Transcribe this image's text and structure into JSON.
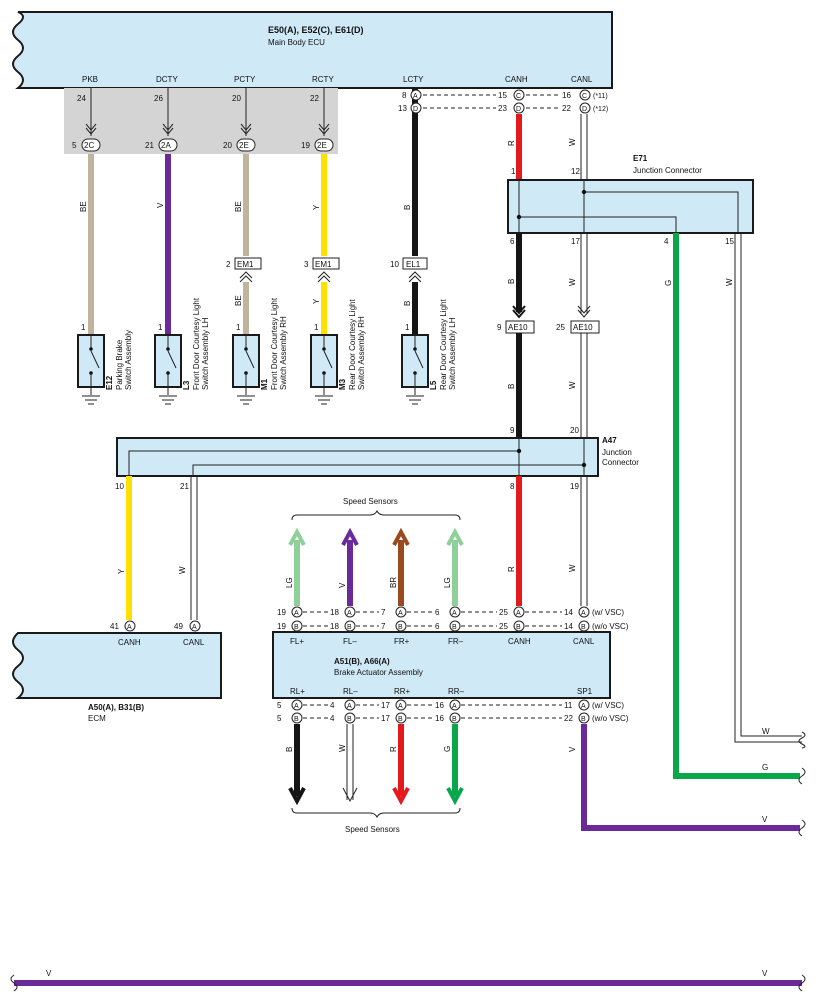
{
  "ecu": {
    "title": "E50(A), E52(C), E61(D)",
    "subtitle": "Main Body ECU",
    "pins": [
      "PKB",
      "DCTY",
      "PCTY",
      "RCTY",
      "LCTY",
      "CANH",
      "CANL"
    ],
    "pin_numbers": [
      "24",
      "26",
      "20",
      "22"
    ],
    "lcty_rows": [
      {
        "pin": "8",
        "conn": "A",
        "pin2": "15",
        "conn2": "C",
        "pin3": "16",
        "conn3": "C",
        "note": "(*11)"
      },
      {
        "pin": "13",
        "conn": "D",
        "pin2": "23",
        "conn2": "D",
        "pin3": "22",
        "conn3": "D",
        "note": "(*12)"
      }
    ]
  },
  "connectors_top": [
    {
      "pin": "5",
      "tag": "2C"
    },
    {
      "pin": "21",
      "tag": "2A"
    },
    {
      "pin": "20",
      "tag": "2E"
    },
    {
      "pin": "19",
      "tag": "2E"
    }
  ],
  "wire_colors": {
    "pkb": "BE",
    "dcty": "V",
    "pcty": "BE",
    "rcty": "Y",
    "lcty": "B",
    "canh_top": "R",
    "canl_top": "W",
    "canh_mid": "B",
    "canl_mid": "W",
    "g_out": "G",
    "w_out": "W",
    "ecm_canh": "Y",
    "ecm_canl": "W",
    "a47_canh": "R",
    "a47_canl": "W",
    "fl_plus": "LG",
    "fl_minus": "V",
    "fr_plus": "BR",
    "fr_minus": "LG",
    "rl_plus": "B",
    "rl_minus": "W",
    "rr_plus": "R",
    "rr_minus": "G",
    "sp1": "V"
  },
  "inline_connectors": [
    {
      "pin": "2",
      "tag": "EM1"
    },
    {
      "pin": "3",
      "tag": "EM1"
    },
    {
      "pin": "10",
      "tag": "EL1"
    },
    {
      "pin": "9",
      "tag": "AE10"
    },
    {
      "pin": "25",
      "tag": "AE10"
    }
  ],
  "switches": [
    {
      "id": "E12",
      "name": "Parking Brake",
      "name2": "Switch Assembly"
    },
    {
      "id": "L3",
      "name": "Front Door Courtesy Light",
      "name2": "Switch Assembly LH"
    },
    {
      "id": "M1",
      "name": "Front Door Courtesy Light",
      "name2": "Switch Assembly RH"
    },
    {
      "id": "M3",
      "name": "Rear Door Courtesy Light",
      "name2": "Switch Assembly RH"
    },
    {
      "id": "L5",
      "name": "Rear Door Courtesy Light",
      "name2": "Switch Assembly LH"
    }
  ],
  "switch_pin": "1",
  "e71": {
    "id": "E71",
    "name": "Junction Connector",
    "pins": {
      "p1": "1",
      "p12": "12",
      "p6": "6",
      "p17": "17",
      "p4": "4",
      "p15": "15"
    }
  },
  "a47": {
    "id": "A47",
    "name": "Junction",
    "name2": "Connector",
    "pins": {
      "p9": "9",
      "p20": "20",
      "p10": "10",
      "p21": "21",
      "p8": "8",
      "p19": "19"
    }
  },
  "ecm": {
    "title": "A50(A), B31(B)",
    "subtitle": "ECM",
    "canh": "CANH",
    "canl": "CANL",
    "canh_pin": "41",
    "canh_conn": "A",
    "canl_pin": "49",
    "canl_conn": "A"
  },
  "brake": {
    "title": "A51(B), A66(A)",
    "subtitle": "Brake Actuator Assembly",
    "top_labels": [
      "FL+",
      "FL–",
      "FR+",
      "FR–",
      "CANH",
      "CANL"
    ],
    "bottom_labels": [
      "RL+",
      "RL–",
      "RR+",
      "RR–",
      "SP1"
    ],
    "top_rows": [
      {
        "cells": [
          [
            "19",
            "A"
          ],
          [
            "18",
            "A"
          ],
          [
            "7",
            "A"
          ],
          [
            "6",
            "A"
          ],
          [
            "25",
            "A"
          ],
          [
            "14",
            "A"
          ]
        ],
        "note": "(w/ VSC)"
      },
      {
        "cells": [
          [
            "19",
            "B"
          ],
          [
            "18",
            "B"
          ],
          [
            "7",
            "B"
          ],
          [
            "6",
            "B"
          ],
          [
            "25",
            "B"
          ],
          [
            "14",
            "B"
          ]
        ],
        "note": "(w/o VSC)"
      }
    ],
    "bottom_rows": [
      {
        "cells": [
          [
            "5",
            "A"
          ],
          [
            "4",
            "A"
          ],
          [
            "17",
            "A"
          ],
          [
            "16",
            "A"
          ],
          [
            "11",
            "A"
          ]
        ],
        "note": "(w/ VSC)"
      },
      {
        "cells": [
          [
            "5",
            "B"
          ],
          [
            "4",
            "B"
          ],
          [
            "17",
            "B"
          ],
          [
            "16",
            "B"
          ],
          [
            "22",
            "B"
          ]
        ],
        "note": "(w/o VSC)"
      }
    ]
  },
  "speed_sensors_top": "Speed Sensors",
  "speed_sensors_bottom": "Speed Sensors",
  "right_wires": [
    "W",
    "G",
    "V"
  ],
  "bottom_wire": {
    "left": "V",
    "right": "V"
  },
  "colors": {
    "box_fill": "#cfe9f7",
    "gray_band": "#d4d4d4",
    "BE": "#c2b49c",
    "V": "#6a2a9a",
    "Y": "#ffe000",
    "B": "#151515",
    "R": "#e3191b",
    "W": "#ffffff",
    "G": "#08a84a",
    "LG": "#8ecf9a",
    "BR": "#9a4a1f"
  }
}
